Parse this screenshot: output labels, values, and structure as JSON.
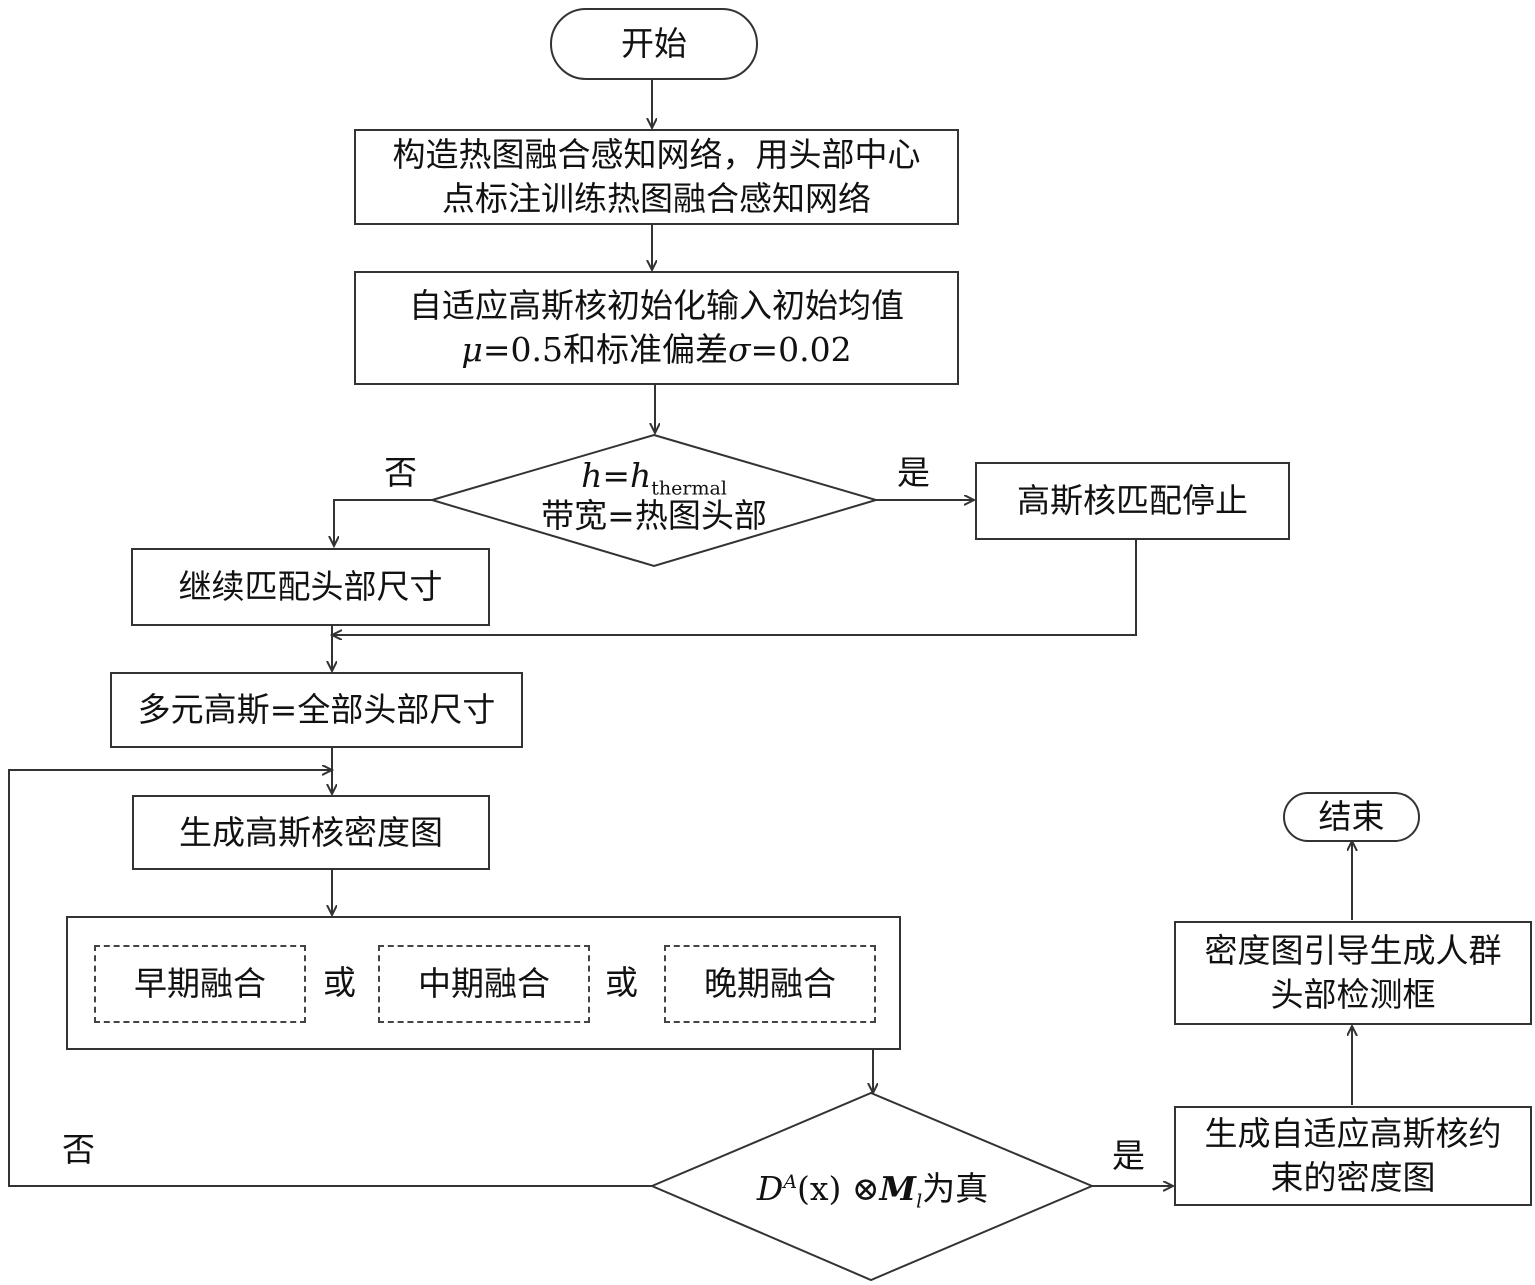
{
  "nodes": {
    "start": "开始",
    "build_network_1": "构造热图融合感知网络，用头部中心",
    "build_network_2": "点标注训练热图融合感知网络",
    "init_kernel_1": "自适应高斯核初始化输入初始均值",
    "init_kernel_mu": "μ",
    "init_kernel_mid": "=0.5和标准偏差",
    "init_kernel_sigma": "σ",
    "init_kernel_val": "=0.02",
    "decision1_h": "h",
    "decision1_eq": "=",
    "decision1_h2": "h",
    "decision1_sub": "thermal",
    "decision1_line2": "带宽=热图头部",
    "match_stop": "高斯核匹配停止",
    "continue_match": "继续匹配头部尺寸",
    "multi_gauss": "多元高斯=全部头部尺寸",
    "gen_density": "生成高斯核密度图",
    "fusion_early": "早期融合",
    "fusion_or_1": "或",
    "fusion_mid": "中期融合",
    "fusion_or_2": "或",
    "fusion_late": "晚期融合",
    "decision2_D": "D",
    "decision2_sup": "A",
    "decision2_arg": "(x) ⊗",
    "decision2_M": "M",
    "decision2_sub": "l",
    "decision2_tail": "为真",
    "gen_constrained_1": "生成自适应高斯核约",
    "gen_constrained_2": "束的密度图",
    "guide_boxes_1": "密度图引导生成人群",
    "guide_boxes_2": "头部检测框",
    "end": "结束"
  },
  "edge_labels": {
    "d1_no": "否",
    "d1_yes": "是",
    "d2_no": "否",
    "d2_yes": "是"
  }
}
